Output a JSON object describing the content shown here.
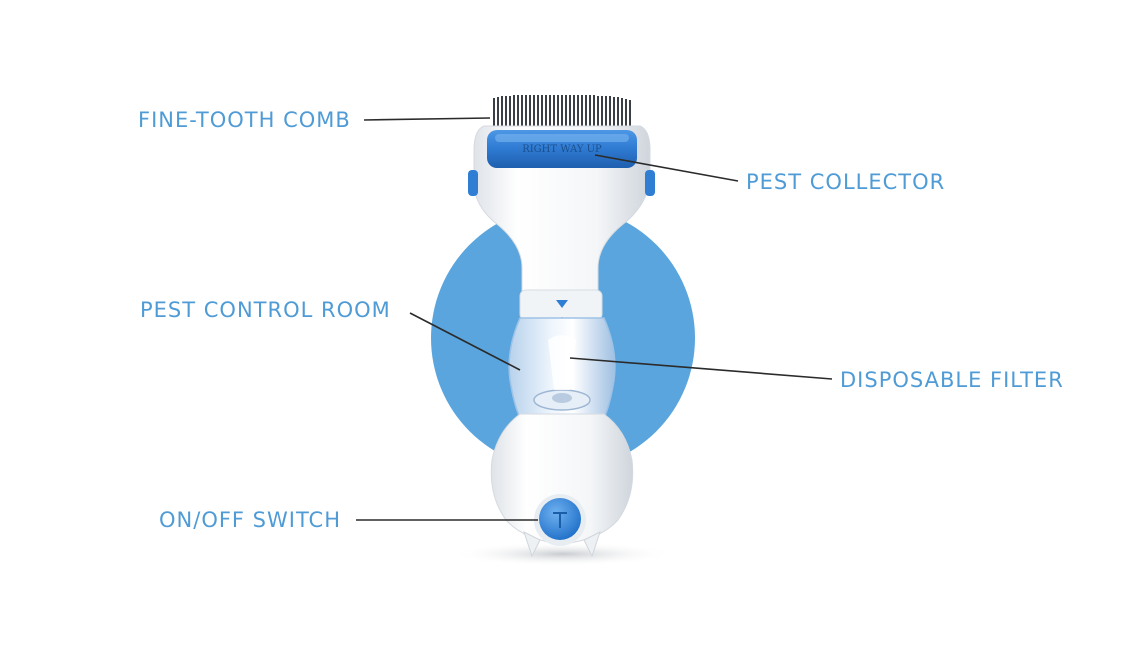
{
  "colors": {
    "accent_blue": "#5aa5dd",
    "device_blue": "#2f7ed4",
    "label_text": "#4f9bd6",
    "leader_line": "#2b2b2b",
    "device_white": "#f7f8fa"
  },
  "labels": {
    "fine_tooth_comb": "FINE-TOOTH COMB",
    "pest_collector": "PEST COLLECTOR",
    "pest_control_room": "PEST CONTROL ROOM",
    "disposable_filter": "DISPOSABLE FILTER",
    "on_off_switch": "ON/OFF SWITCH"
  },
  "device": {
    "collector_text": "RIGHT WAY UP"
  }
}
